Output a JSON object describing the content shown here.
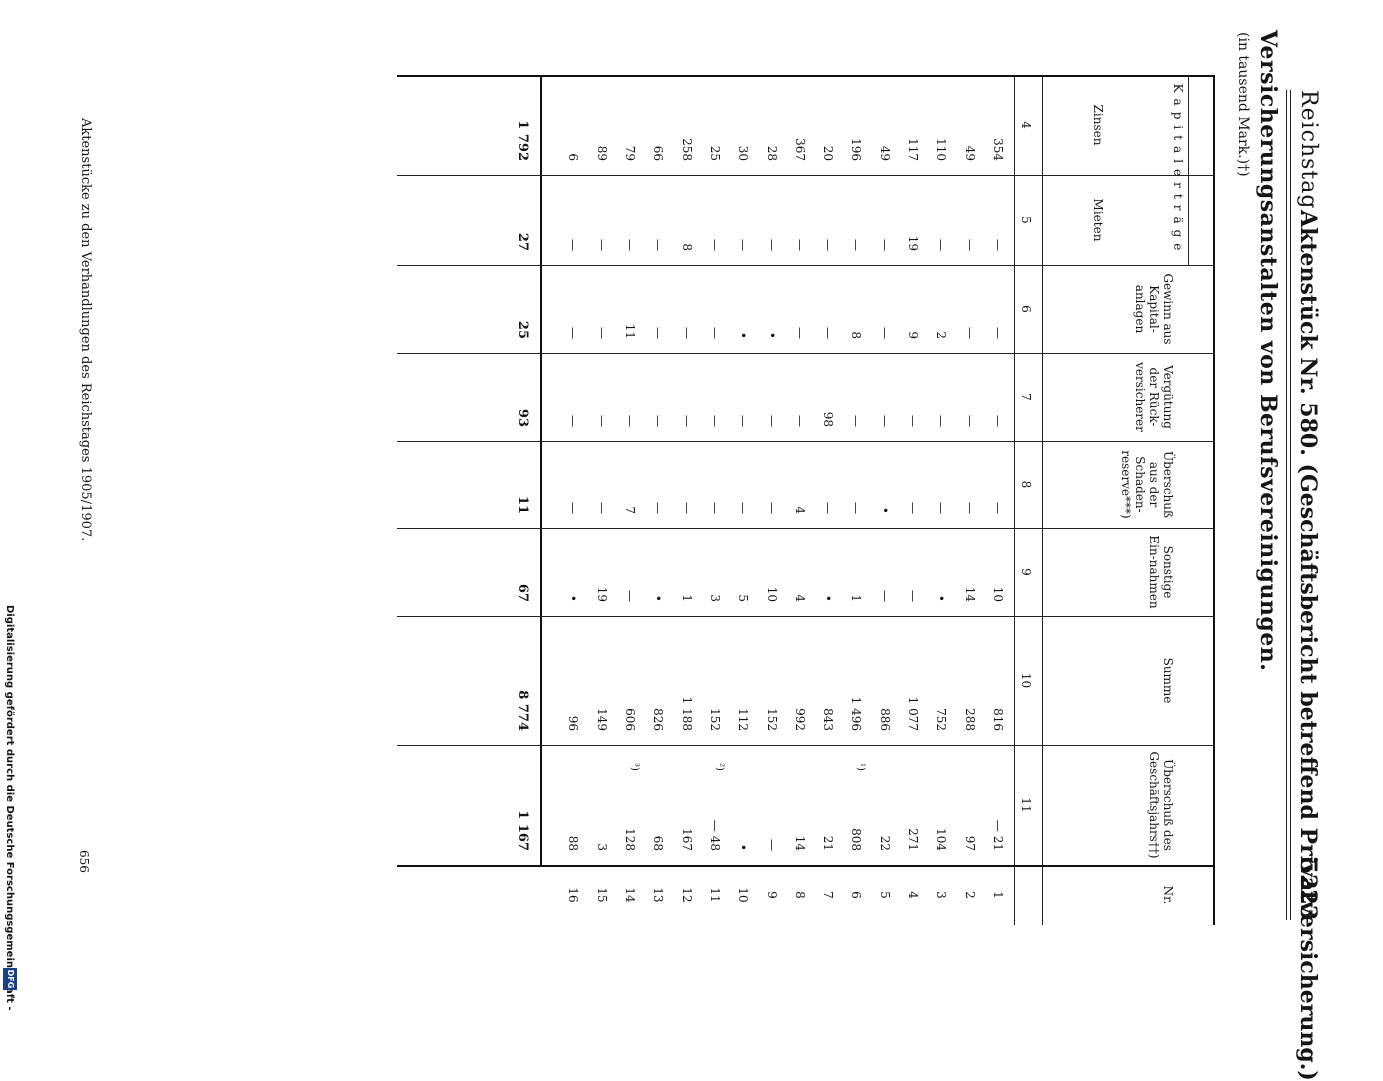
{
  "running_head": {
    "left": "Reichstag.",
    "center": "Aktenstück Nr. 580.  (Geschäftsbericht betreffend Privatversicherung.)",
    "right": "5223"
  },
  "title": "Versicherungsanstalten von Berufsvereinigungen.",
  "subtitle": "(in tausend Mark.)†)",
  "table": {
    "group_header": "Kapitalerträge",
    "headers": {
      "zinsen": "Zinsen",
      "mieten": "Mieten",
      "gewinn": "Gewinn aus Kapital-anlagen",
      "verguetung": "Vergütung der Rück-versicherer",
      "ueberschuss_schaden": "Überschuß aus der Schaden-reserve***)",
      "sonstige": "Sonstige Ein-nahmen",
      "summe": "Summe",
      "ueberschuss_jahr": "Überschuß des Geschäftsjahrs††)",
      "nr": "Nr."
    },
    "col_numbers": [
      "4",
      "5",
      "6",
      "7",
      "8",
      "9",
      "10",
      "11",
      ""
    ],
    "rows": [
      {
        "zinsen": "354",
        "mieten": "—",
        "gewinn": "—",
        "verguetung": "—",
        "ueberschuss_schaden": "—",
        "sonstige": "10",
        "summe": "816",
        "ueberschuss_jahr": "—  21",
        "nr": "1"
      },
      {
        "zinsen": "49",
        "mieten": "—",
        "gewinn": "—",
        "verguetung": "—",
        "ueberschuss_schaden": "—",
        "sonstige": "14",
        "summe": "288",
        "ueberschuss_jahr": "97",
        "nr": "2"
      },
      {
        "zinsen": "110",
        "mieten": "—",
        "gewinn": "2",
        "verguetung": "—",
        "ueberschuss_schaden": "—",
        "sonstige": "•",
        "summe": "752",
        "ueberschuss_jahr": "104",
        "nr": "3"
      },
      {
        "zinsen": "117",
        "mieten": "19",
        "gewinn": "9",
        "verguetung": "—",
        "ueberschuss_schaden": "—",
        "sonstige": "—",
        "summe": "1 077",
        "ueberschuss_jahr": "271",
        "nr": "4"
      },
      {
        "zinsen": "49",
        "mieten": "—",
        "gewinn": "—",
        "verguetung": "—",
        "ueberschuss_schaden": "•",
        "sonstige": "—",
        "summe": "886",
        "ueberschuss_jahr": "22",
        "nr": "5"
      },
      {
        "zinsen": "196",
        "mieten": "—",
        "gewinn": "8",
        "verguetung": "—",
        "ueberschuss_schaden": "—",
        "sonstige": "1",
        "summe": "1 496",
        "ueberschuss_jahr": "808",
        "note": "¹)",
        "nr": "6"
      },
      {
        "zinsen": "20",
        "mieten": "—",
        "gewinn": "—",
        "verguetung": "98",
        "ueberschuss_schaden": "—",
        "sonstige": "•",
        "summe": "843",
        "ueberschuss_jahr": "21",
        "nr": "7"
      },
      {
        "zinsen": "367",
        "mieten": "—",
        "gewinn": "—",
        "verguetung": "—",
        "ueberschuss_schaden": "4",
        "sonstige": "4",
        "summe": "992",
        "ueberschuss_jahr": "14",
        "nr": "8"
      },
      {
        "zinsen": "28",
        "mieten": "—",
        "gewinn": "•",
        "verguetung": "—",
        "ueberschuss_schaden": "—",
        "sonstige": "10",
        "summe": "152",
        "ueberschuss_jahr": "—",
        "nr": "9"
      },
      {
        "zinsen": "30",
        "mieten": "—",
        "gewinn": "•",
        "verguetung": "—",
        "ueberschuss_schaden": "—",
        "sonstige": "5",
        "summe": "112",
        "ueberschuss_jahr": "•",
        "nr": "10"
      },
      {
        "zinsen": "25",
        "mieten": "—",
        "gewinn": "—",
        "verguetung": "—",
        "ueberschuss_schaden": "—",
        "sonstige": "3",
        "summe": "152",
        "ueberschuss_jahr": "—  48",
        "note": "²)",
        "nr": "11"
      },
      {
        "zinsen": "258",
        "mieten": "8",
        "gewinn": "—",
        "verguetung": "—",
        "ueberschuss_schaden": "—",
        "sonstige": "1",
        "summe": "1 188",
        "ueberschuss_jahr": "167",
        "nr": "12"
      },
      {
        "zinsen": "66",
        "mieten": "—",
        "gewinn": "—",
        "verguetung": "—",
        "ueberschuss_schaden": "—",
        "sonstige": "•",
        "summe": "826",
        "ueberschuss_jahr": "68",
        "nr": "13"
      },
      {
        "zinsen": "79",
        "mieten": "—",
        "gewinn": "11",
        "verguetung": "—",
        "ueberschuss_schaden": "7",
        "sonstige": "—",
        "summe": "606",
        "ueberschuss_jahr": "128",
        "note": "³)",
        "nr": "14"
      },
      {
        "zinsen": "89",
        "mieten": "—",
        "gewinn": "—",
        "verguetung": "—",
        "ueberschuss_schaden": "—",
        "sonstige": "19",
        "summe": "149",
        "ueberschuss_jahr": "3",
        "nr": "15"
      },
      {
        "zinsen": "6",
        "mieten": "—",
        "gewinn": "—",
        "verguetung": "—",
        "ueberschuss_schaden": "—",
        "sonstige": "•",
        "summe": "96",
        "ueberschuss_jahr": "88",
        "nr": "16"
      }
    ],
    "totals": {
      "zinsen": "1 792",
      "mieten": "27",
      "gewinn": "25",
      "verguetung": "93",
      "ueberschuss_schaden": "11",
      "sonstige": "67",
      "summe": "8 774",
      "ueberschuss_jahr": "1 167",
      "nr": ""
    }
  },
  "footer": {
    "left": "Aktenstücke zu den Verhandlungen des Reichstages 1905/1907.",
    "page_number": "656"
  },
  "credit": "Digitalisierung gefördert durch die Deutsche Forschungsgemeinschaft -",
  "logo": "DFG"
}
